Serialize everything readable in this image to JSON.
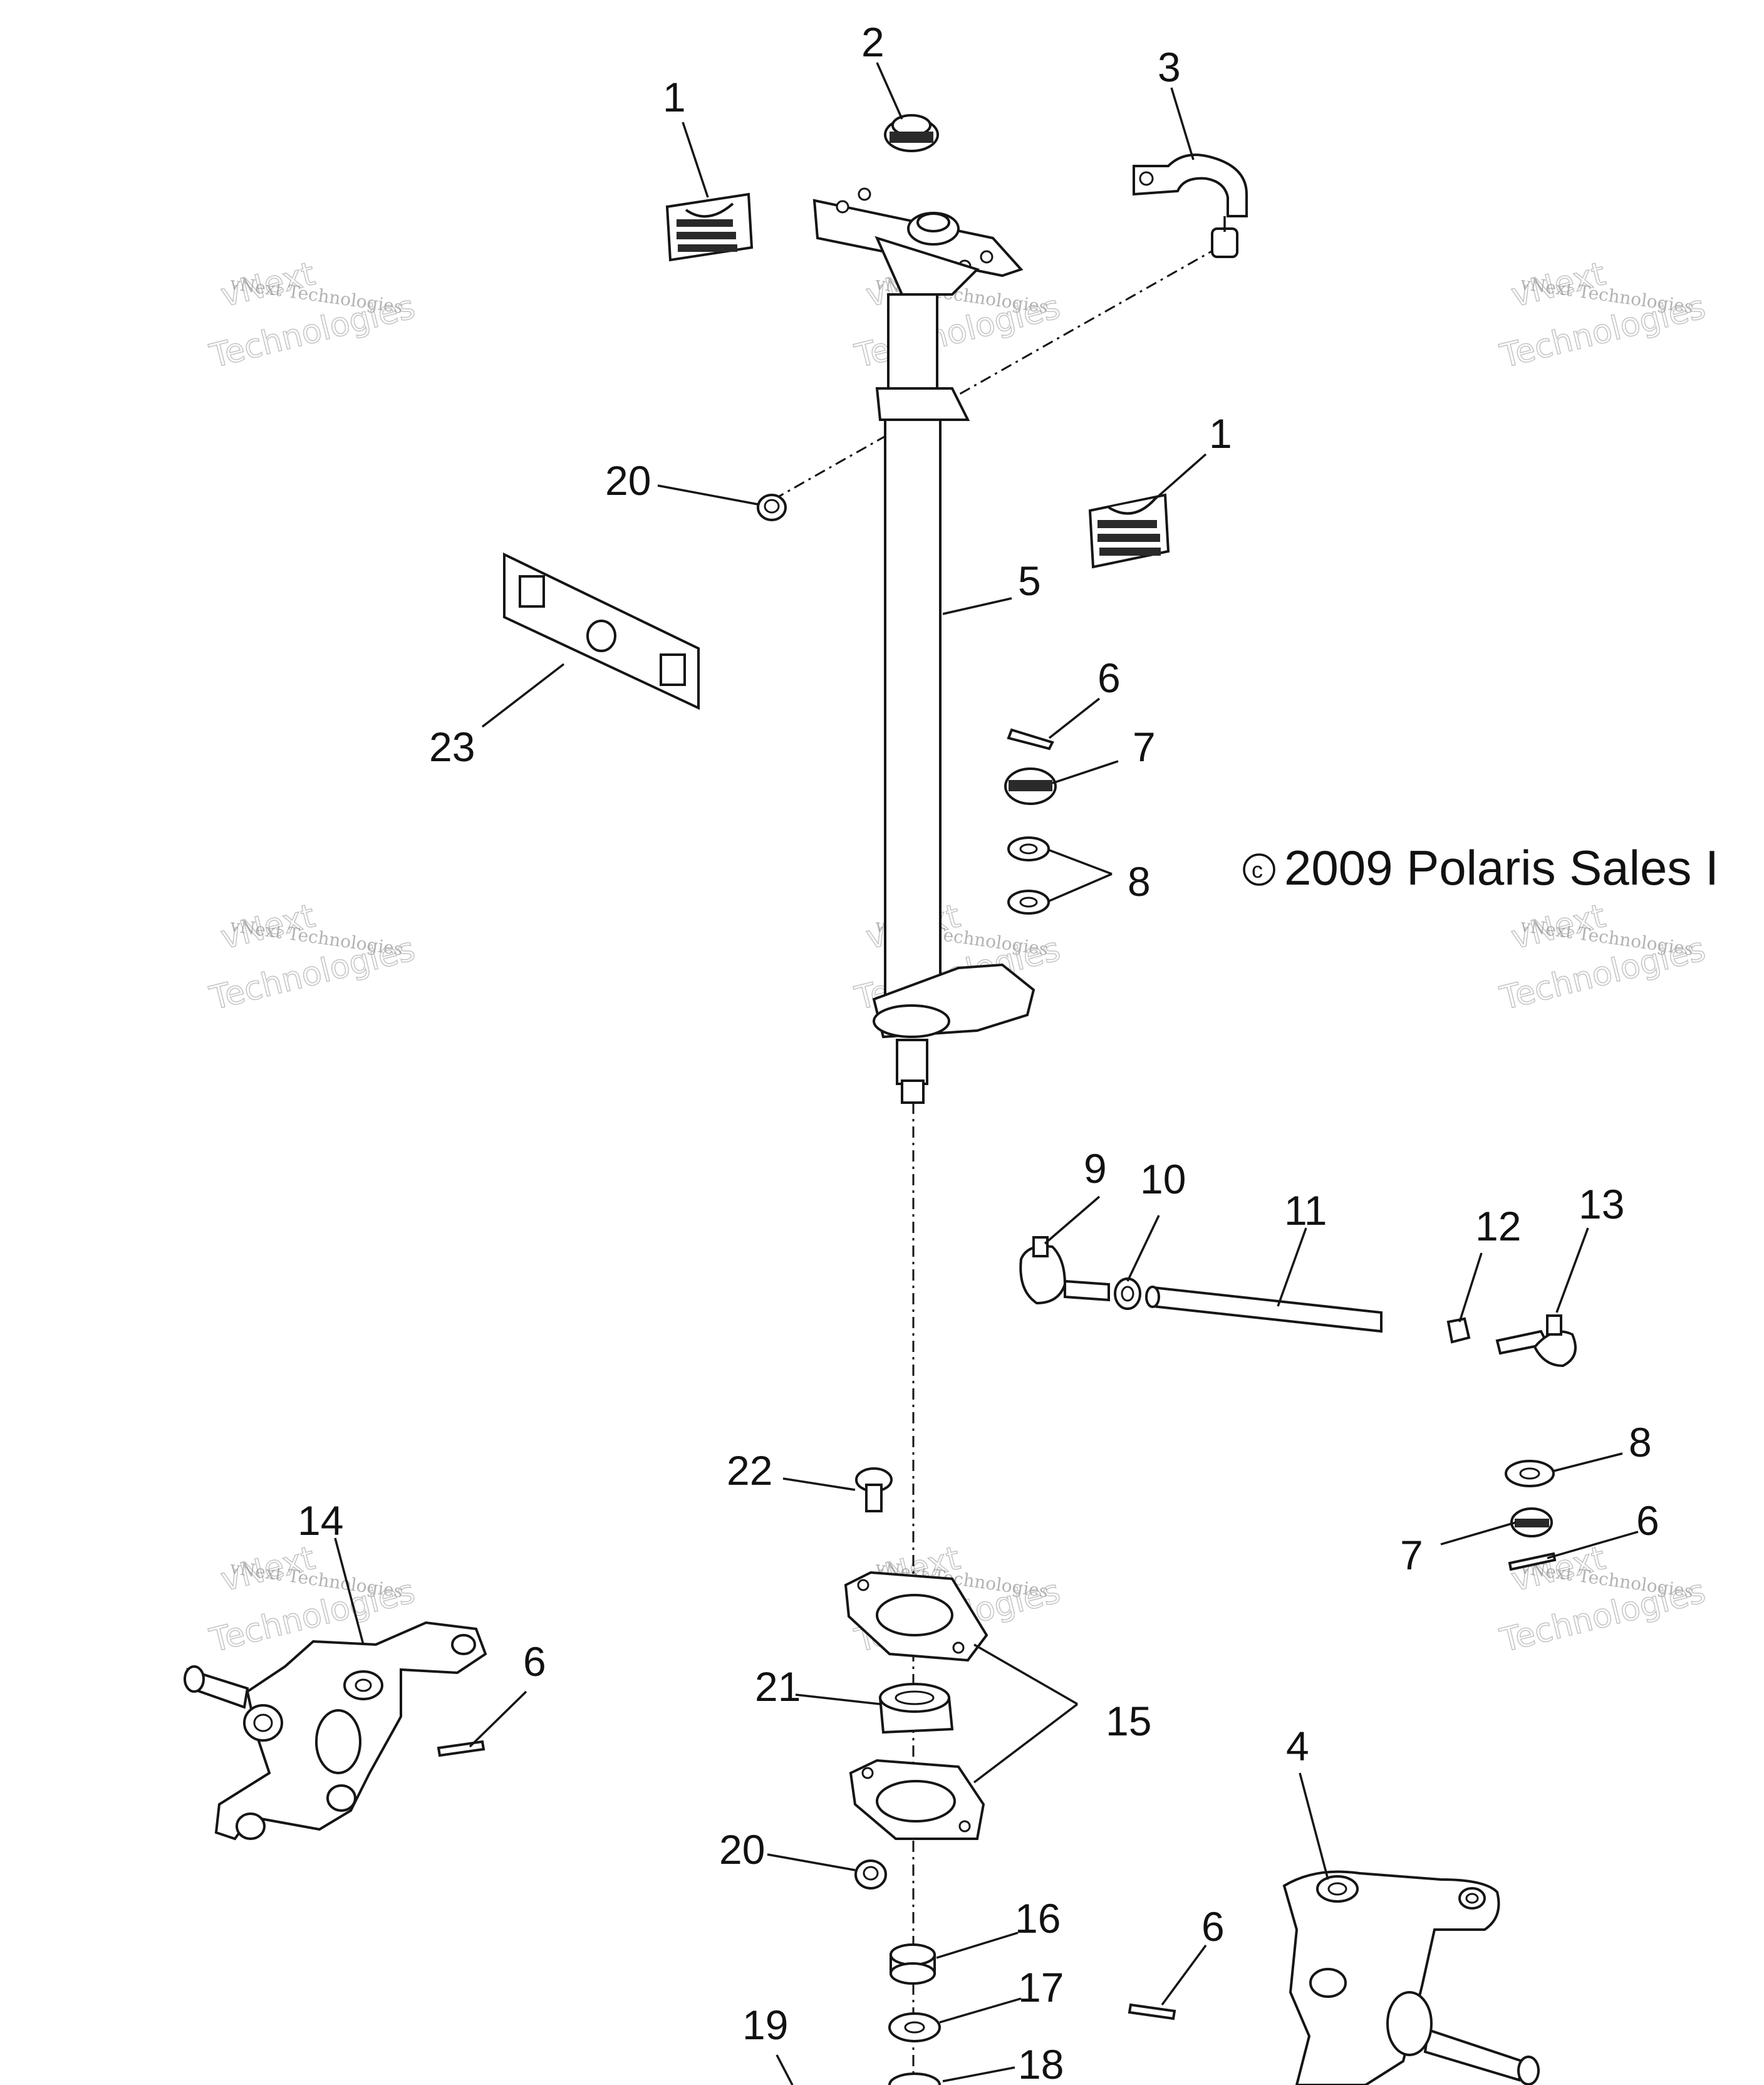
{
  "copyright": {
    "symbol": "c",
    "text": "2009 Polaris Sales I"
  },
  "watermark": {
    "line1": "vNext Technologies",
    "line2": "vNext",
    "line3": "Technologies"
  },
  "callouts": {
    "c1a": "1",
    "c2": "2",
    "c3": "3",
    "c1b": "1",
    "c20a": "20",
    "c5": "5",
    "c23": "23",
    "c6a": "6",
    "c7a": "7",
    "c8a": "8",
    "c9": "9",
    "c10": "10",
    "c11": "11",
    "c12": "12",
    "c13": "13",
    "c22": "22",
    "c8b": "8",
    "c7b": "7",
    "c6b": "6",
    "c14": "14",
    "c6c": "6",
    "c21": "21",
    "c15": "15",
    "c4": "4",
    "c20b": "20",
    "c16": "16",
    "c6d": "6",
    "c17": "17",
    "c19": "19",
    "c18": "18"
  }
}
